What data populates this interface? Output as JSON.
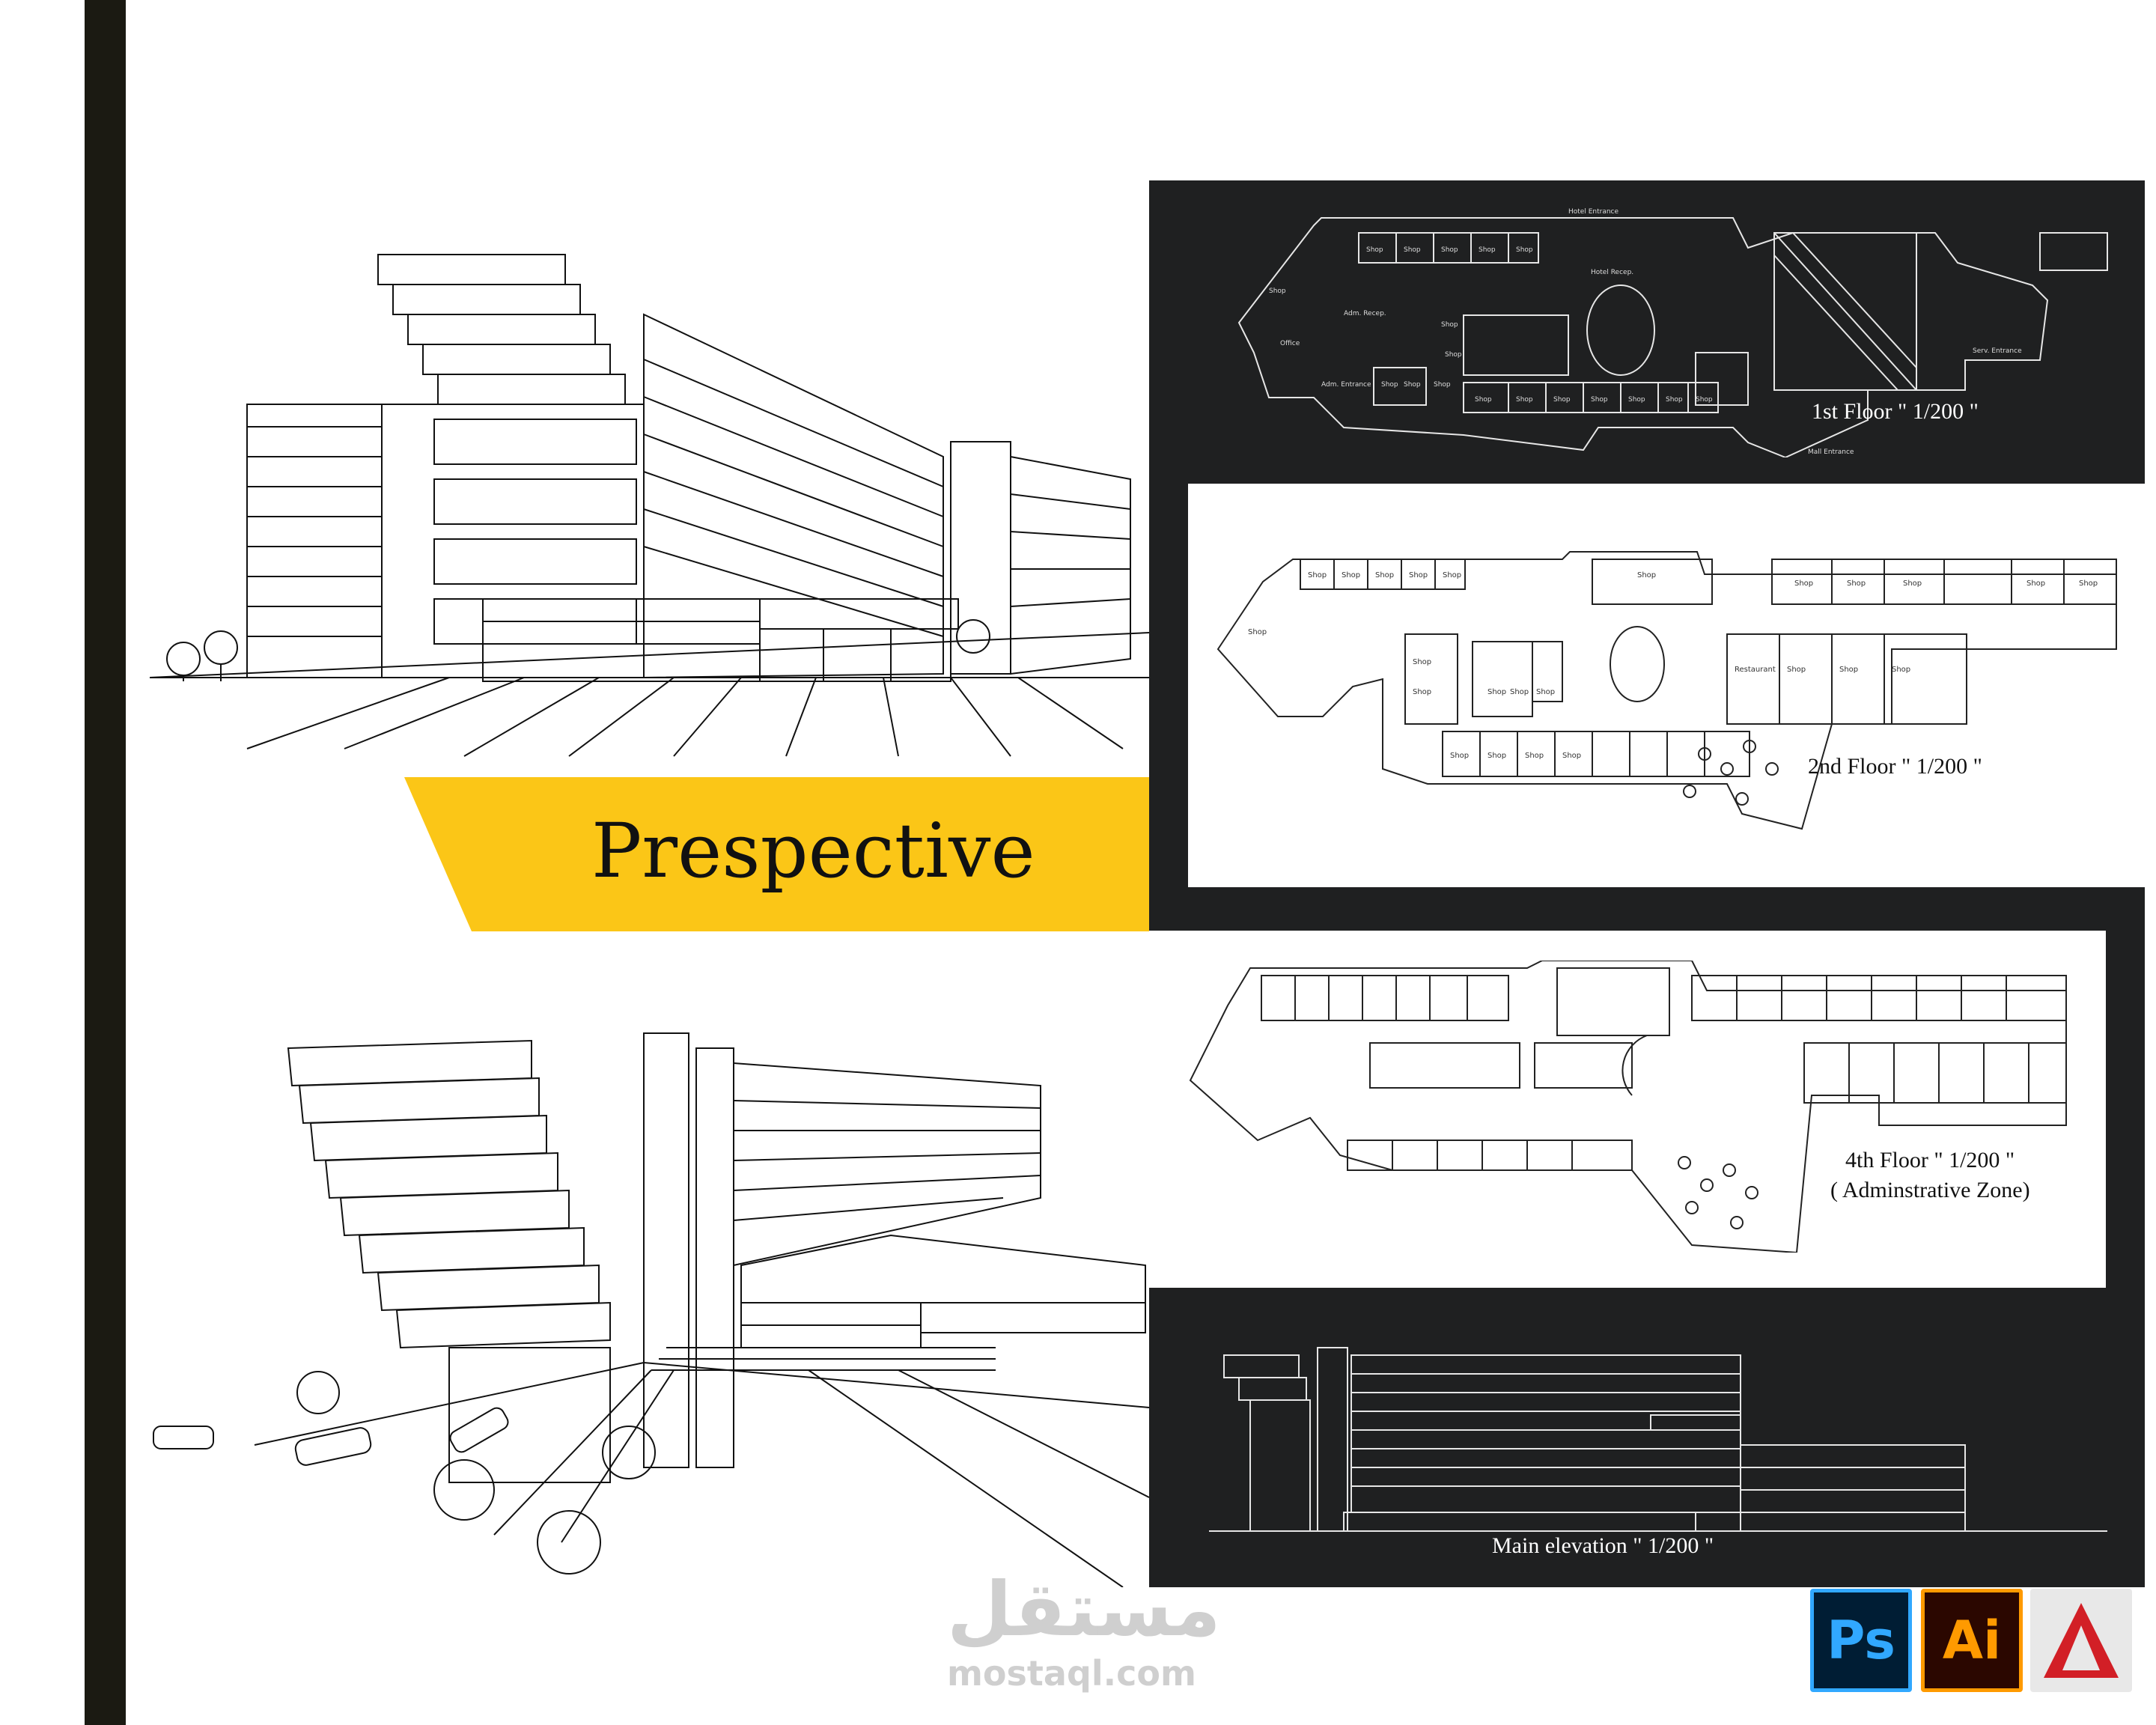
{
  "banner": {
    "title": "Prespective",
    "color": "#fbc617"
  },
  "plans": {
    "first_floor": {
      "caption": "1st Floor \" 1/200 \"",
      "rooms": [
        "Shop",
        "Shop",
        "Shop",
        "Shop",
        "Shop",
        "Shop",
        "Shop",
        "Shop",
        "Shop",
        "Shop",
        "Shop",
        "Shop",
        "Shop",
        "Shop",
        "Shop",
        "Shop",
        "Shop",
        "Shop",
        "Office",
        "Adm. Recep."
      ],
      "notes": [
        "Hotel Entrance",
        "Hotel Recep.",
        "Adm. Entrance",
        "Serv. Entrance",
        "Mall Entrance"
      ]
    },
    "second_floor": {
      "caption": "2nd Floor \" 1/200 \"",
      "rooms": [
        "Shop",
        "Shop",
        "Shop",
        "Shop",
        "Shop",
        "Shop",
        "Shop",
        "Shop",
        "Shop",
        "Shop",
        "Shop",
        "Shop",
        "Shop",
        "Shop",
        "Shop",
        "Shop",
        "Shop",
        "Shop",
        "Shop",
        "Shop",
        "Shop",
        "Shop",
        "Shop",
        "Shop",
        "Restaurant"
      ]
    },
    "fourth_floor": {
      "caption": "4th Floor \" 1/200 \"",
      "subcaption": "( Adminstrative Zone)"
    },
    "elevation": {
      "caption": "Main elevation \" 1/200 \""
    }
  },
  "watermark": {
    "arabic": "مستقل",
    "latin": "mostaql.com"
  },
  "software_logos": [
    {
      "name": "photoshop-icon",
      "text": "Ps",
      "bg": "#001d34",
      "fg": "#31a8ff"
    },
    {
      "name": "illustrator-icon",
      "text": "Ai",
      "bg": "#2b0700",
      "fg": "#ff9a00"
    },
    {
      "name": "autocad-icon",
      "text": "A",
      "bg": "#e8e8e8",
      "fg": "#d21f26"
    }
  ],
  "colors": {
    "dark": "#1f2021",
    "sidebar": "#1b1a12",
    "accent": "#fbc617"
  }
}
